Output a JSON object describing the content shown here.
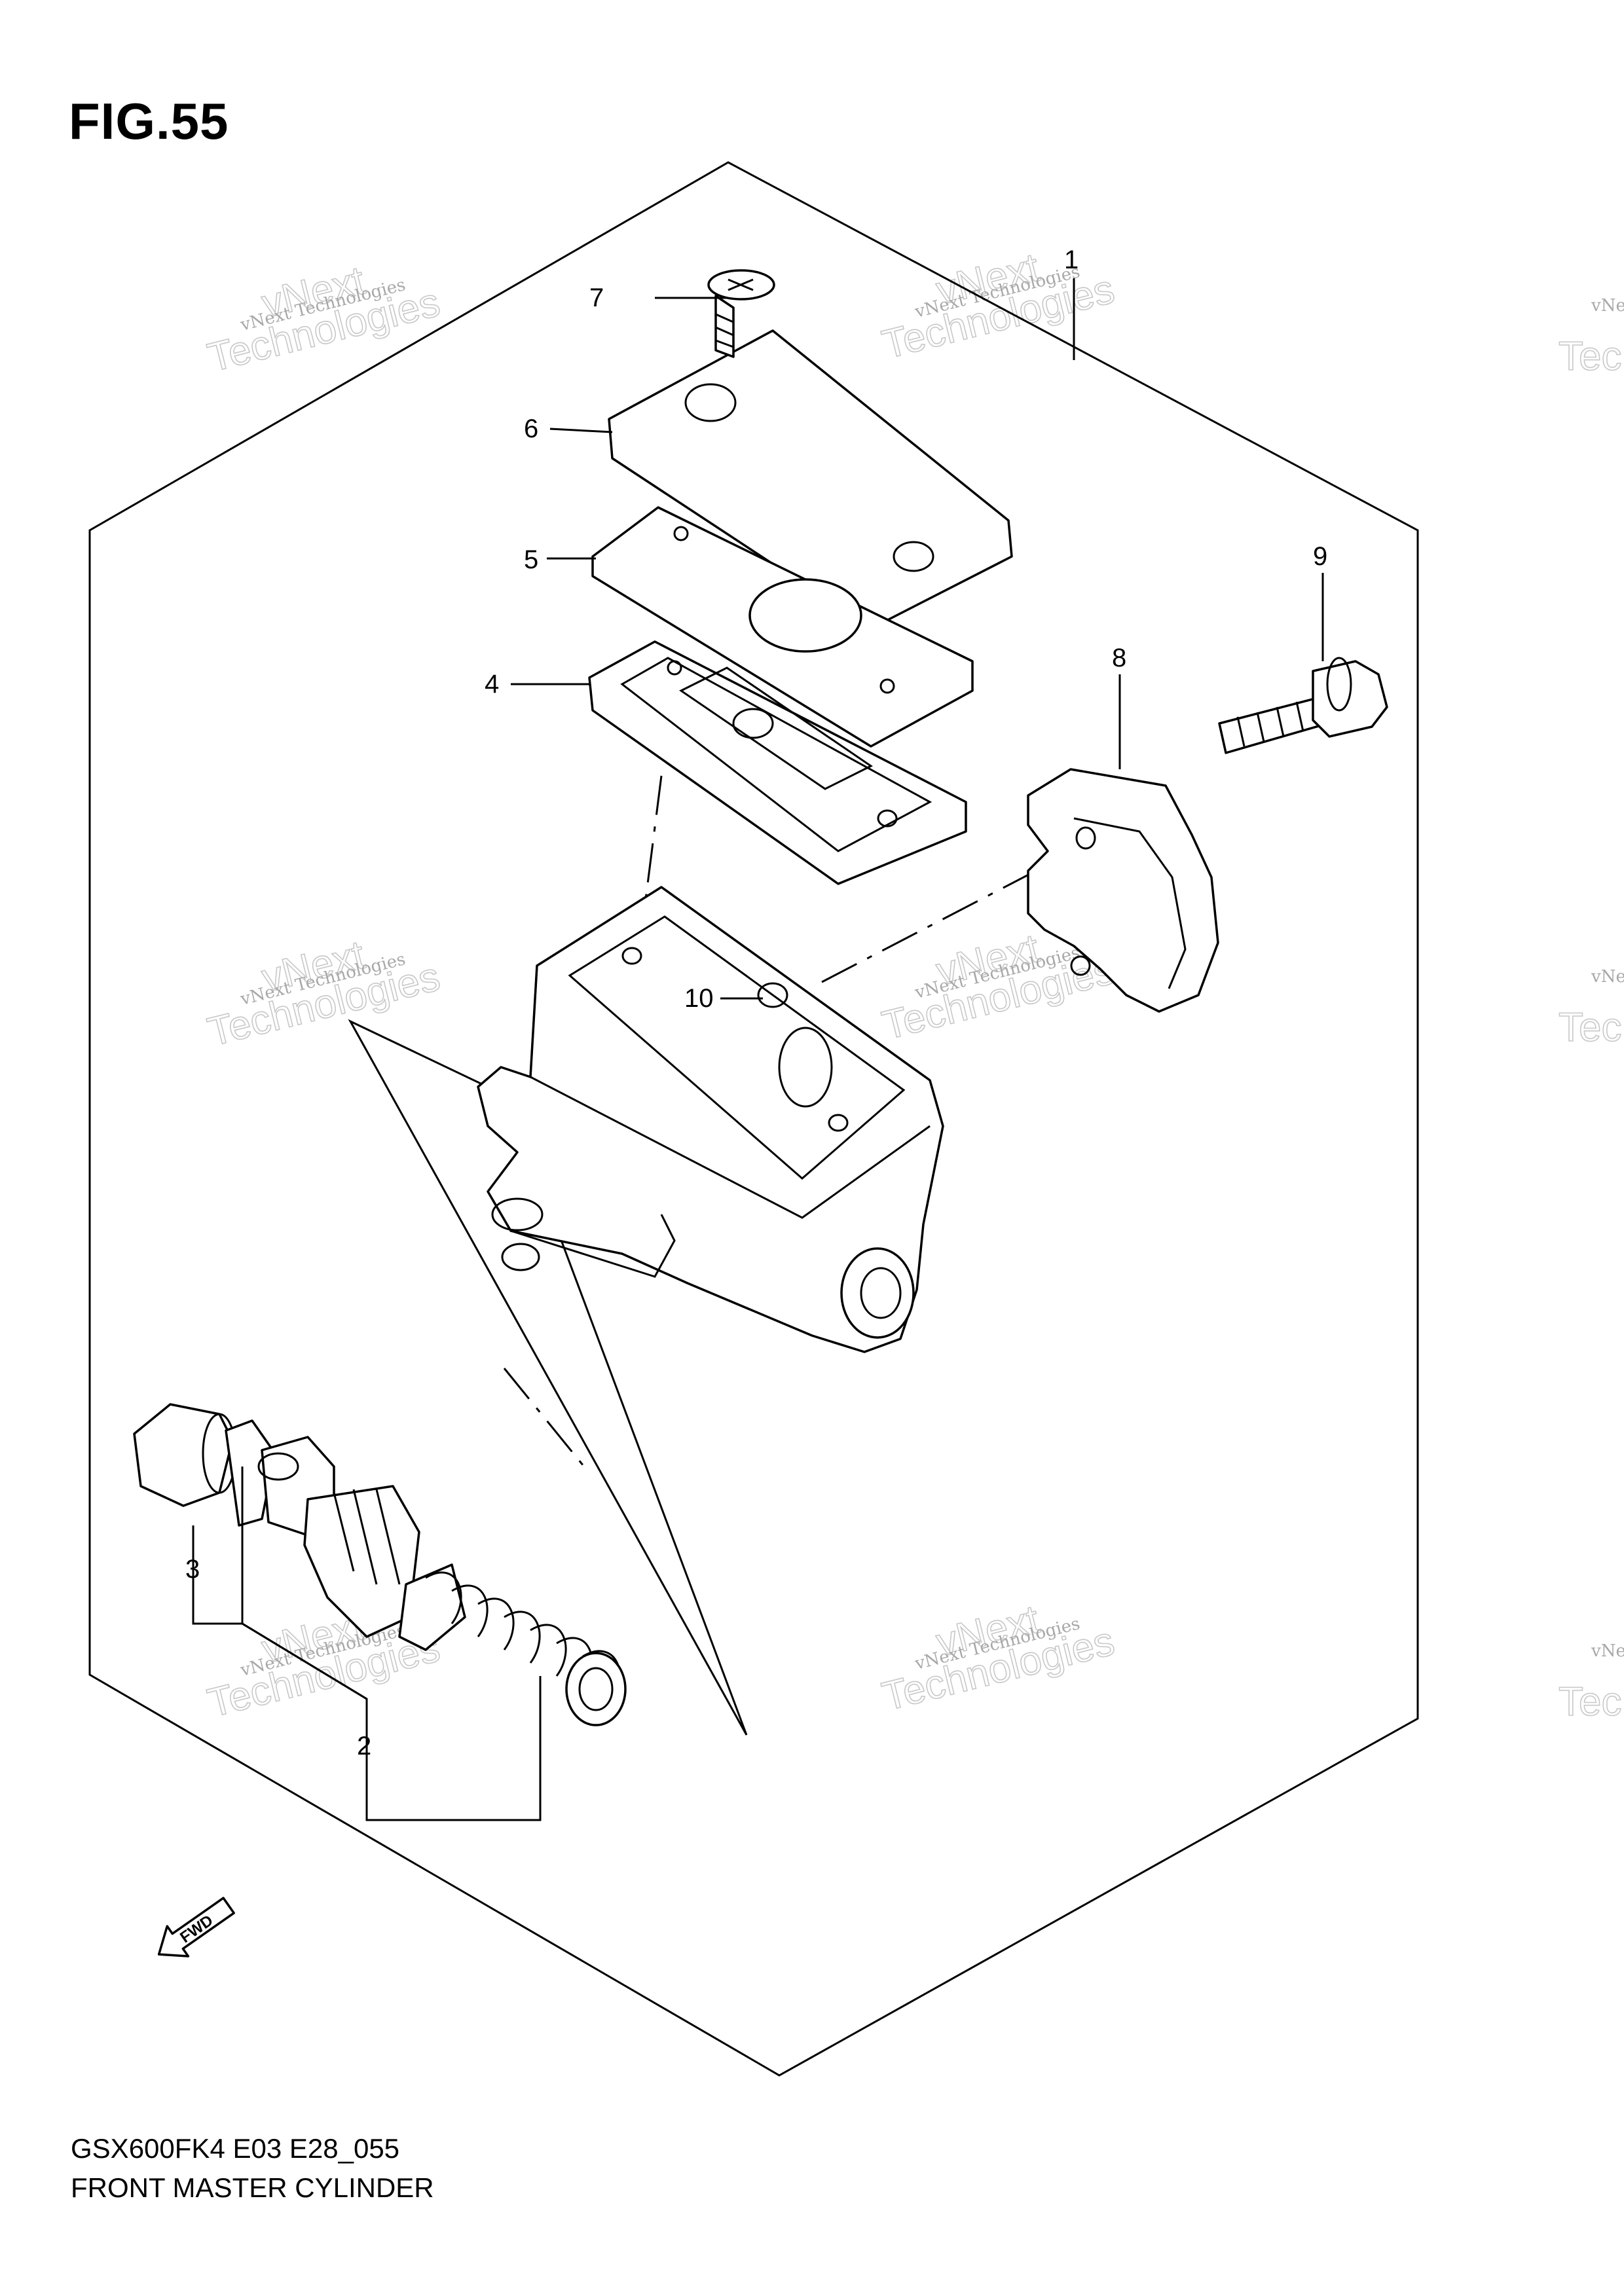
{
  "figure_label": "FIG.55",
  "model_code": "GSX600FK4 E03 E28_055",
  "caption": "FRONT MASTER CYLINDER",
  "fwd_label": "FWD",
  "watermark": {
    "line1": "vNext Technologies",
    "line2": "vNext",
    "line3": "Technologies",
    "fragment": "vNe",
    "fragment_big": "Tec"
  },
  "callouts": {
    "c1": "1",
    "c2": "2",
    "c3": "3",
    "c4": "4",
    "c5": "5",
    "c6": "6",
    "c7": "7",
    "c8": "8",
    "c9": "9",
    "c10": "10"
  }
}
